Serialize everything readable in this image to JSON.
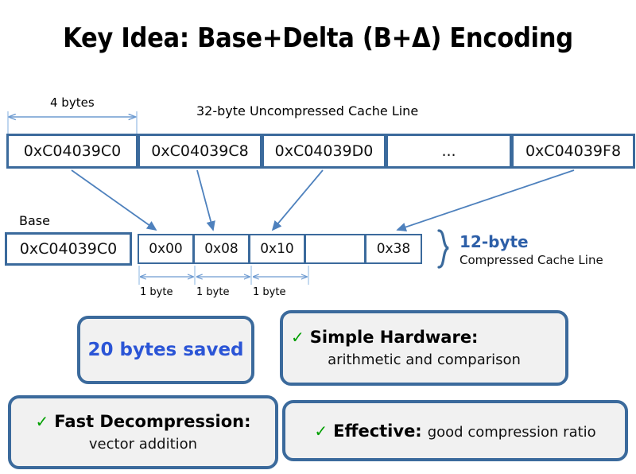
{
  "slide": {
    "title": "Key Idea: Base+Delta (B+Δ) Encoding"
  },
  "uncompressed": {
    "width_label": "4 bytes",
    "caption": "32-byte Uncompressed Cache Line",
    "cells": [
      "0xC04039C0",
      "0xC04039C8",
      "0xC04039D0",
      "...",
      "0xC04039F8"
    ]
  },
  "compressed": {
    "base_label": "Base",
    "base_value": "0xC04039C0",
    "deltas": [
      "0x00",
      "0x08",
      "0x10",
      "",
      "0x38"
    ],
    "byte_labels": [
      "1 byte",
      "1 byte",
      "1 byte"
    ],
    "size_label": "12-byte",
    "caption": "Compressed Cache Line"
  },
  "benefits": {
    "saved": "20 bytes saved",
    "items": [
      {
        "check": "✓",
        "head": "Simple Hardware:",
        "sub": "arithmetic and comparison"
      },
      {
        "check": "✓",
        "head": "Fast Decompression:",
        "sub": "vector addition"
      },
      {
        "check": "✓",
        "head": "Effective:",
        "sub": "good compression ratio"
      }
    ]
  },
  "colors": {
    "border_blue": "#3B6A9C",
    "accent_blue": "#2B55D6",
    "label_blue": "#2D5FA8",
    "check_green": "#00A000",
    "box_fill": "#F1F1F1"
  }
}
